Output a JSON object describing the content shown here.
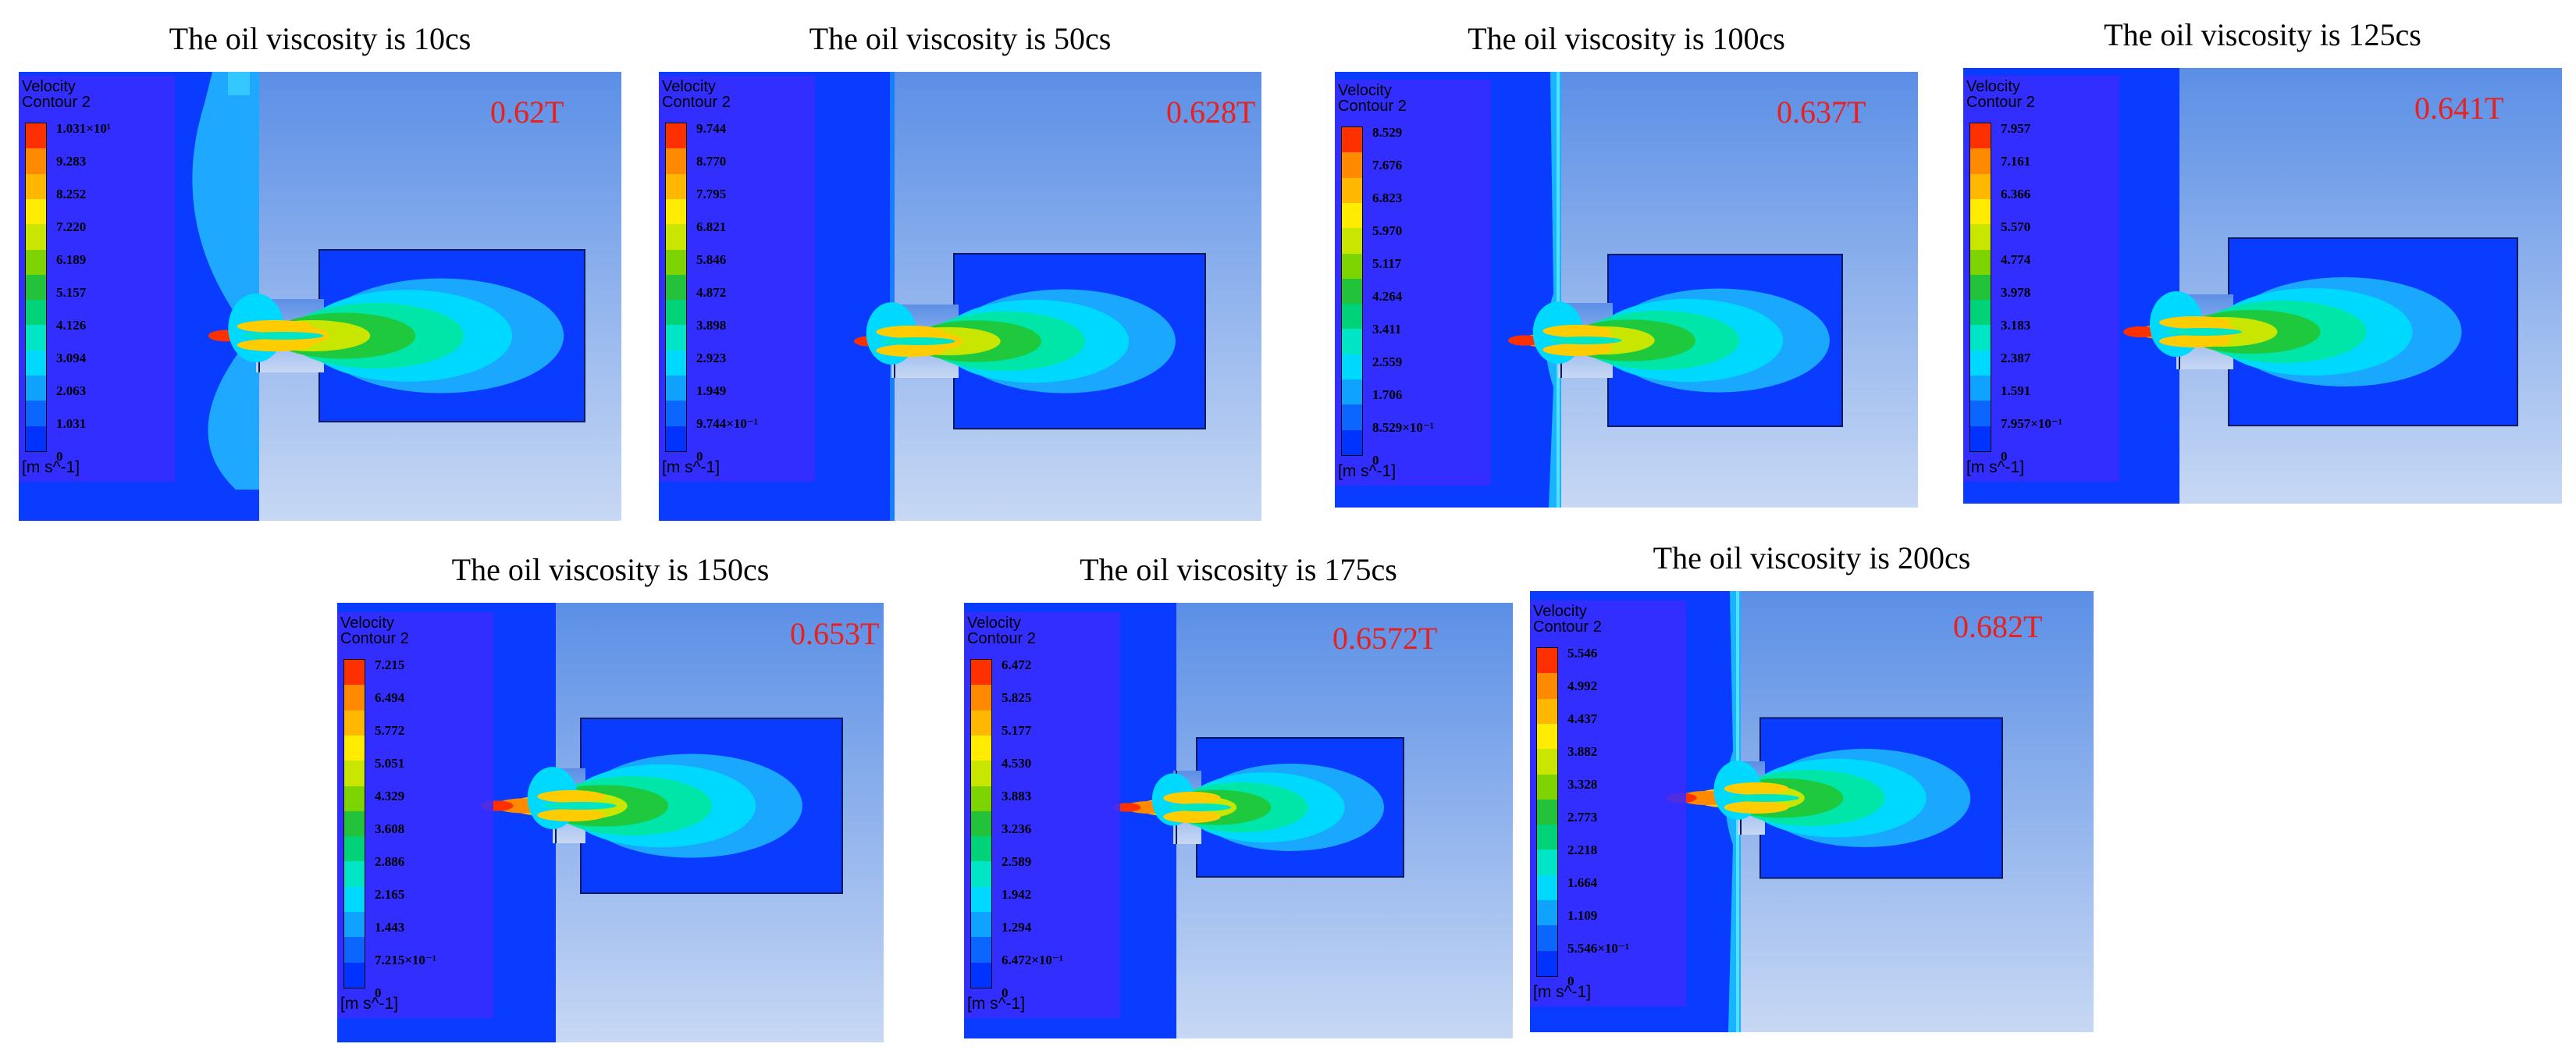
{
  "legend": {
    "title_line1": "Velocity",
    "title_line2": "Contour 2",
    "unit": "[m s^-1]",
    "band_colors": [
      "#0033ff",
      "#0a66ff",
      "#0fa3ff",
      "#00d9ff",
      "#00e5c6",
      "#00d27a",
      "#22c23b",
      "#7dd400",
      "#c8e600",
      "#ffec00",
      "#ffb700",
      "#ff8a00",
      "#ff3000"
    ]
  },
  "panels": [
    {
      "title": "The oil viscosity is 10cs",
      "field": "0.62T",
      "ticks": [
        "1.031×10¹",
        "9.283",
        "8.252",
        "7.220",
        "6.189",
        "5.157",
        "4.126",
        "3.094",
        "2.063",
        "1.031",
        "0"
      ]
    },
    {
      "title": "The oil viscosity is 50cs",
      "field": "0.628T",
      "ticks": [
        "9.744",
        "8.770",
        "7.795",
        "6.821",
        "5.846",
        "4.872",
        "3.898",
        "2.923",
        "1.949",
        "9.744×10⁻¹",
        "0"
      ]
    },
    {
      "title": "The oil viscosity is 100cs",
      "field": "0.637T",
      "ticks": [
        "8.529",
        "7.676",
        "6.823",
        "5.970",
        "5.117",
        "4.264",
        "3.411",
        "2.559",
        "1.706",
        "8.529×10⁻¹",
        "0"
      ]
    },
    {
      "title": "The oil viscosity is 125cs",
      "field": "0.641T",
      "ticks": [
        "7.957",
        "7.161",
        "6.366",
        "5.570",
        "4.774",
        "3.978",
        "3.183",
        "2.387",
        "1.591",
        "7.957×10⁻¹",
        "0"
      ]
    },
    {
      "title": "The oil viscosity is 150cs",
      "field": "0.653T",
      "ticks": [
        "7.215",
        "6.494",
        "5.772",
        "5.051",
        "4.329",
        "3.608",
        "2.886",
        "2.165",
        "1.443",
        "7.215×10⁻¹",
        "0"
      ]
    },
    {
      "title": "The oil viscosity is 175cs",
      "field": "0.6572T",
      "ticks": [
        "6.472",
        "5.825",
        "5.177",
        "4.530",
        "3.883",
        "3.236",
        "2.589",
        "1.942",
        "1.294",
        "6.472×10⁻¹",
        "0"
      ]
    },
    {
      "title": "The oil viscosity is 200cs",
      "field": "0.682T",
      "ticks": [
        "5.546",
        "4.992",
        "4.437",
        "3.882",
        "3.328",
        "2.773",
        "2.218",
        "1.664",
        "1.109",
        "5.546×10⁻¹",
        "0"
      ]
    }
  ]
}
